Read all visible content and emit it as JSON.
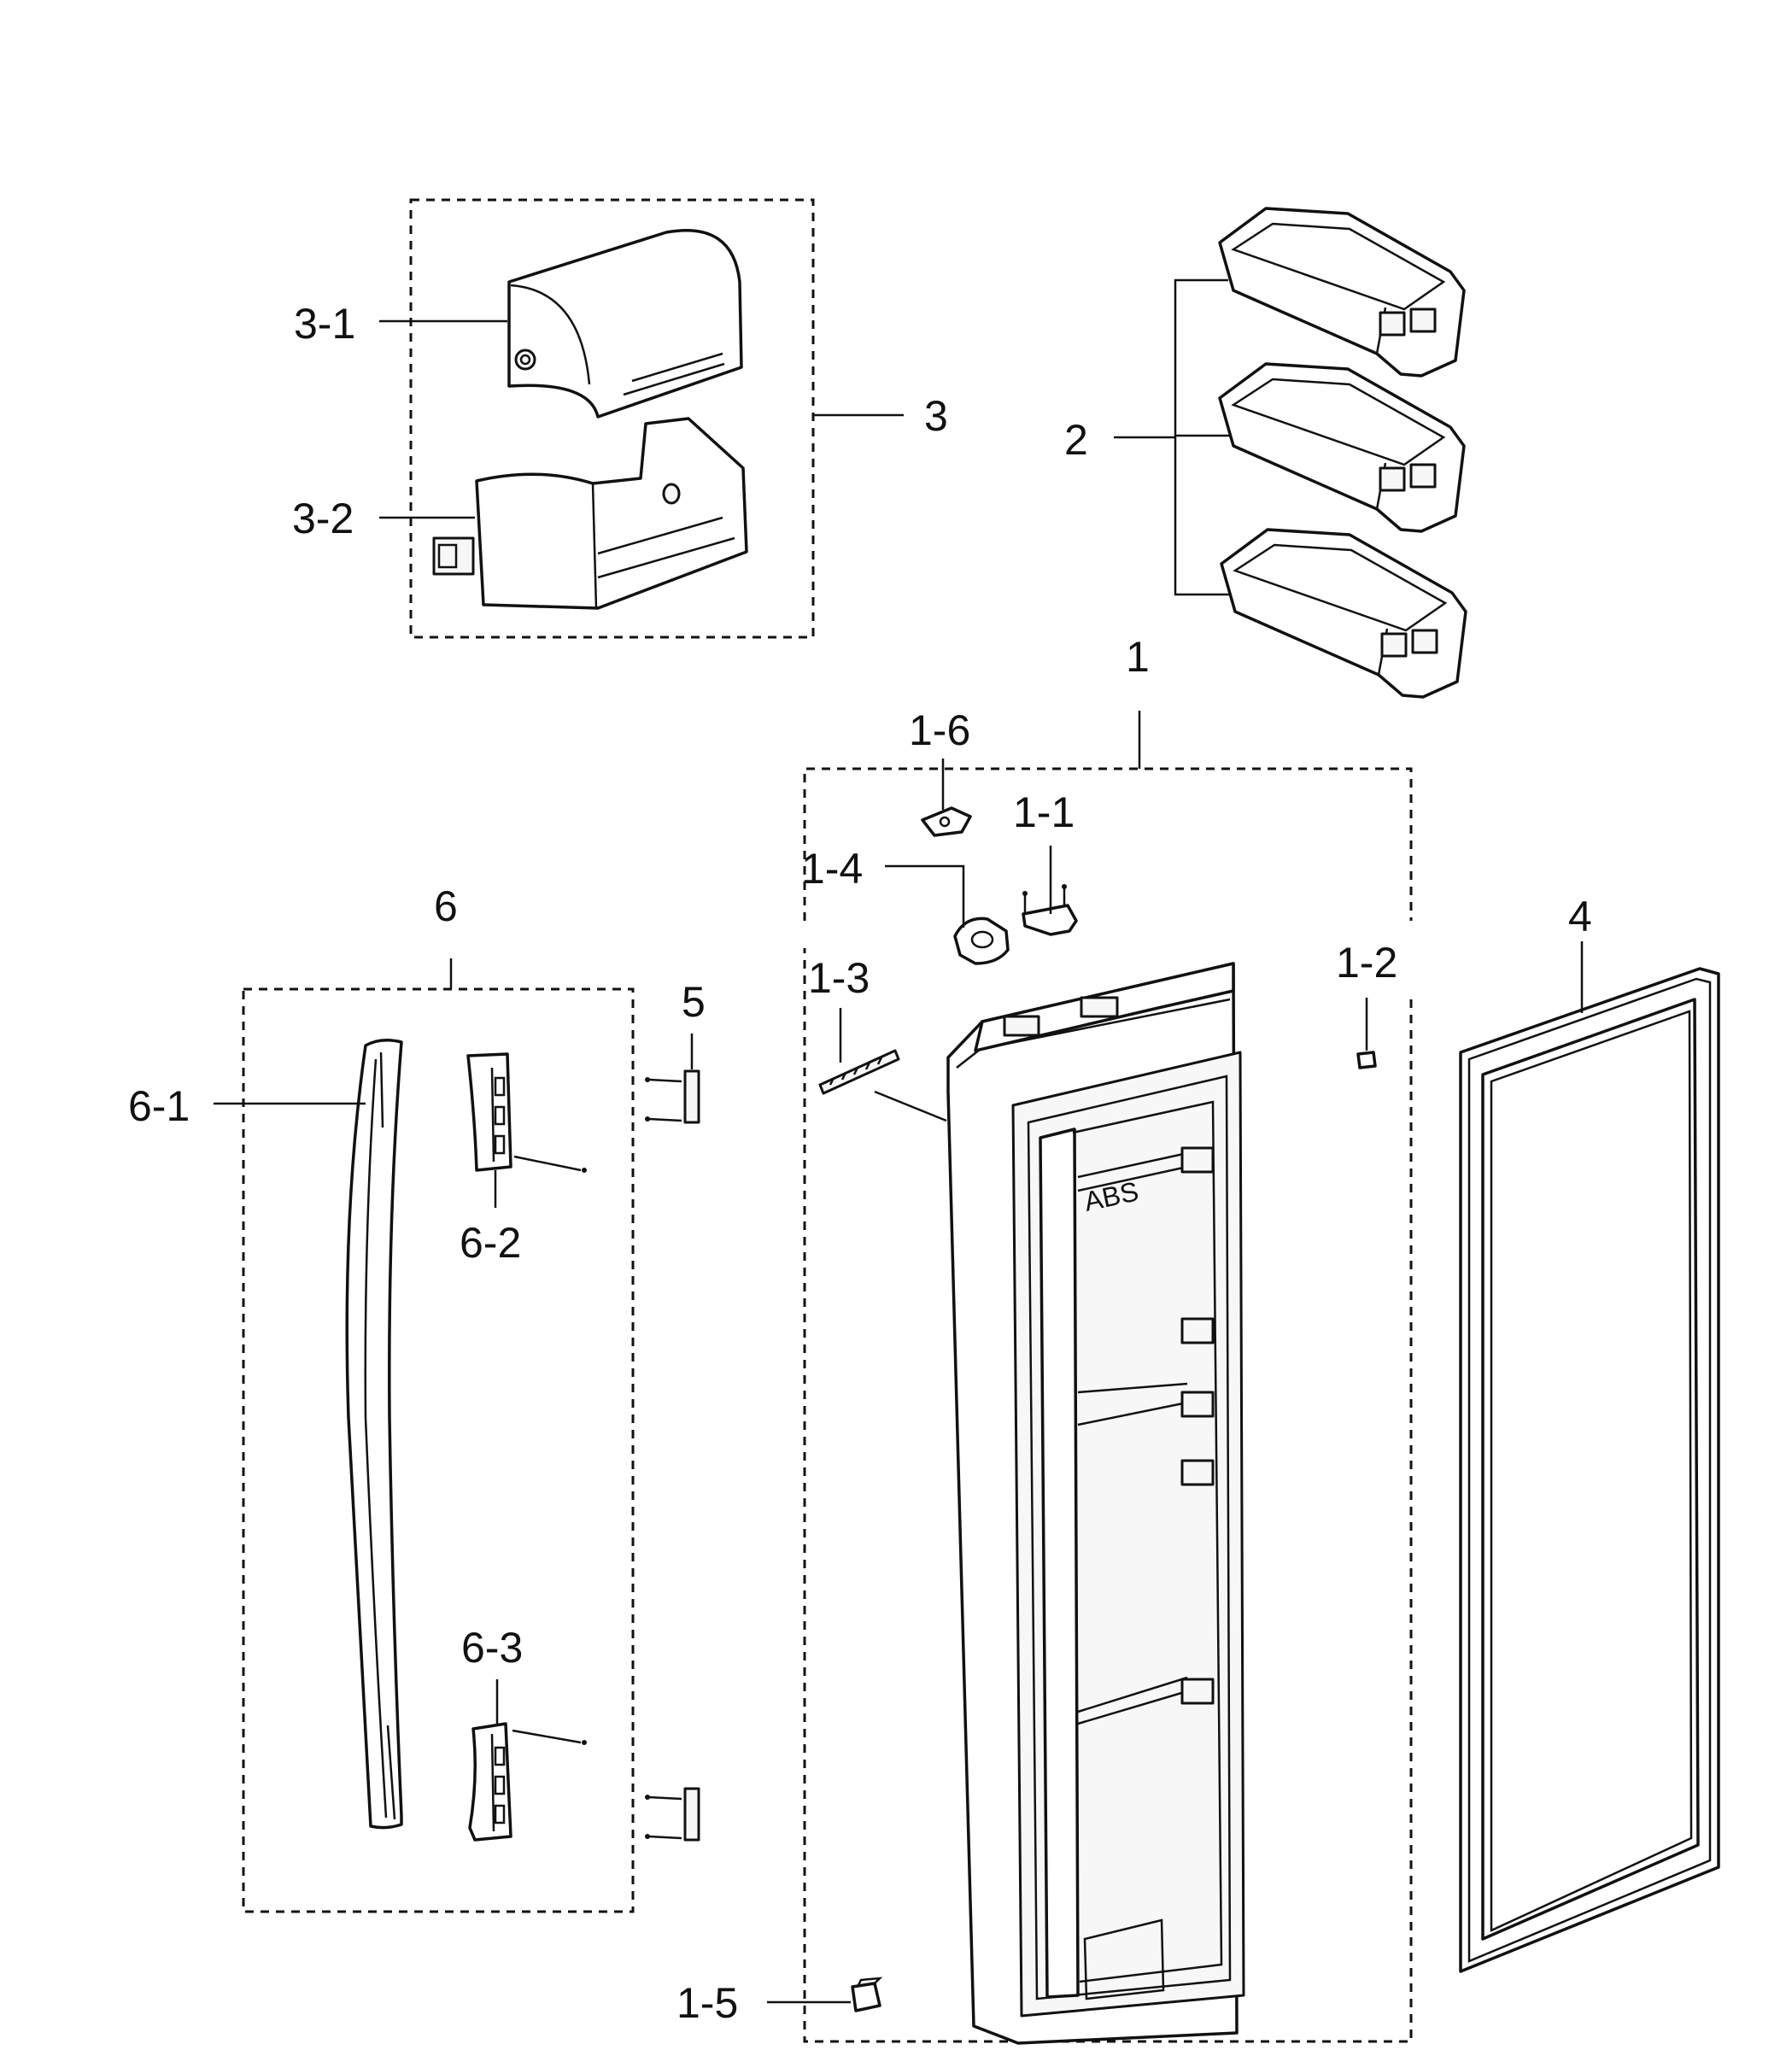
{
  "callouts": {
    "c1": "1",
    "c1_1": "1-1",
    "c1_2": "1-2",
    "c1_3": "1-3",
    "c1_4": "1-4",
    "c1_5": "1-5",
    "c1_6": "1-6",
    "c2": "2",
    "c3": "3",
    "c3_1": "3-1",
    "c3_2": "3-2",
    "c4": "4",
    "c5": "5",
    "c6": "6",
    "c6_1": "6-1",
    "c6_2": "6-2",
    "c6_3": "6-3"
  },
  "door_marking": "ABS"
}
